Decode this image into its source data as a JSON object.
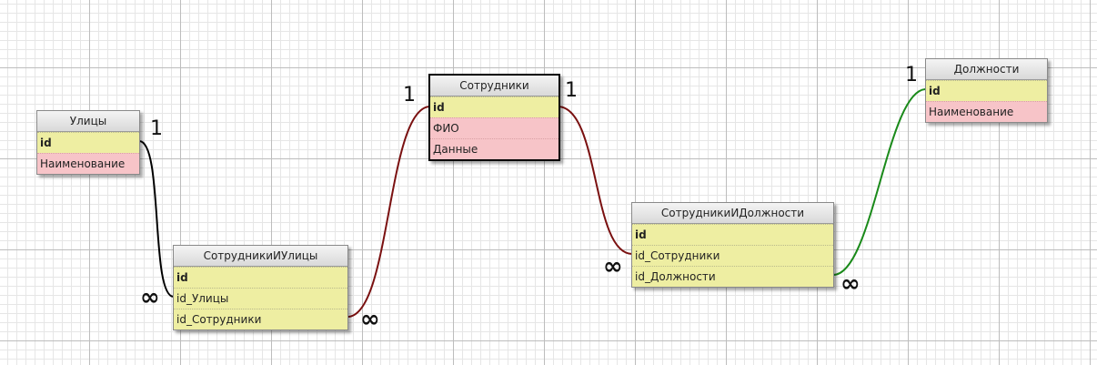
{
  "tables": {
    "ulitsy": {
      "title": "Улицы",
      "rows": [
        "id",
        "Наименование"
      ]
    },
    "sotrudniki": {
      "title": "Сотрудники",
      "rows": [
        "id",
        "ФИО",
        "Данные"
      ]
    },
    "dolzhnosti": {
      "title": "Должности",
      "rows": [
        "id",
        "Наименование"
      ]
    },
    "sotrudniki_ulitsy": {
      "title": "СотрудникиИУлицы",
      "rows": [
        "id",
        "id_Улицы",
        "id_Сотрудники"
      ]
    },
    "sotrudniki_dolzhnosti": {
      "title": "СотрудникиИДолжности",
      "rows": [
        "id",
        "id_Сотрудники",
        "id_Должности"
      ]
    }
  },
  "cardinality": {
    "one": "1",
    "many": "∞"
  },
  "link_colors": {
    "ulitsy": "#000000",
    "sotrudniki": "#7a1010",
    "dolzhnosti": "#1a8a1a"
  }
}
